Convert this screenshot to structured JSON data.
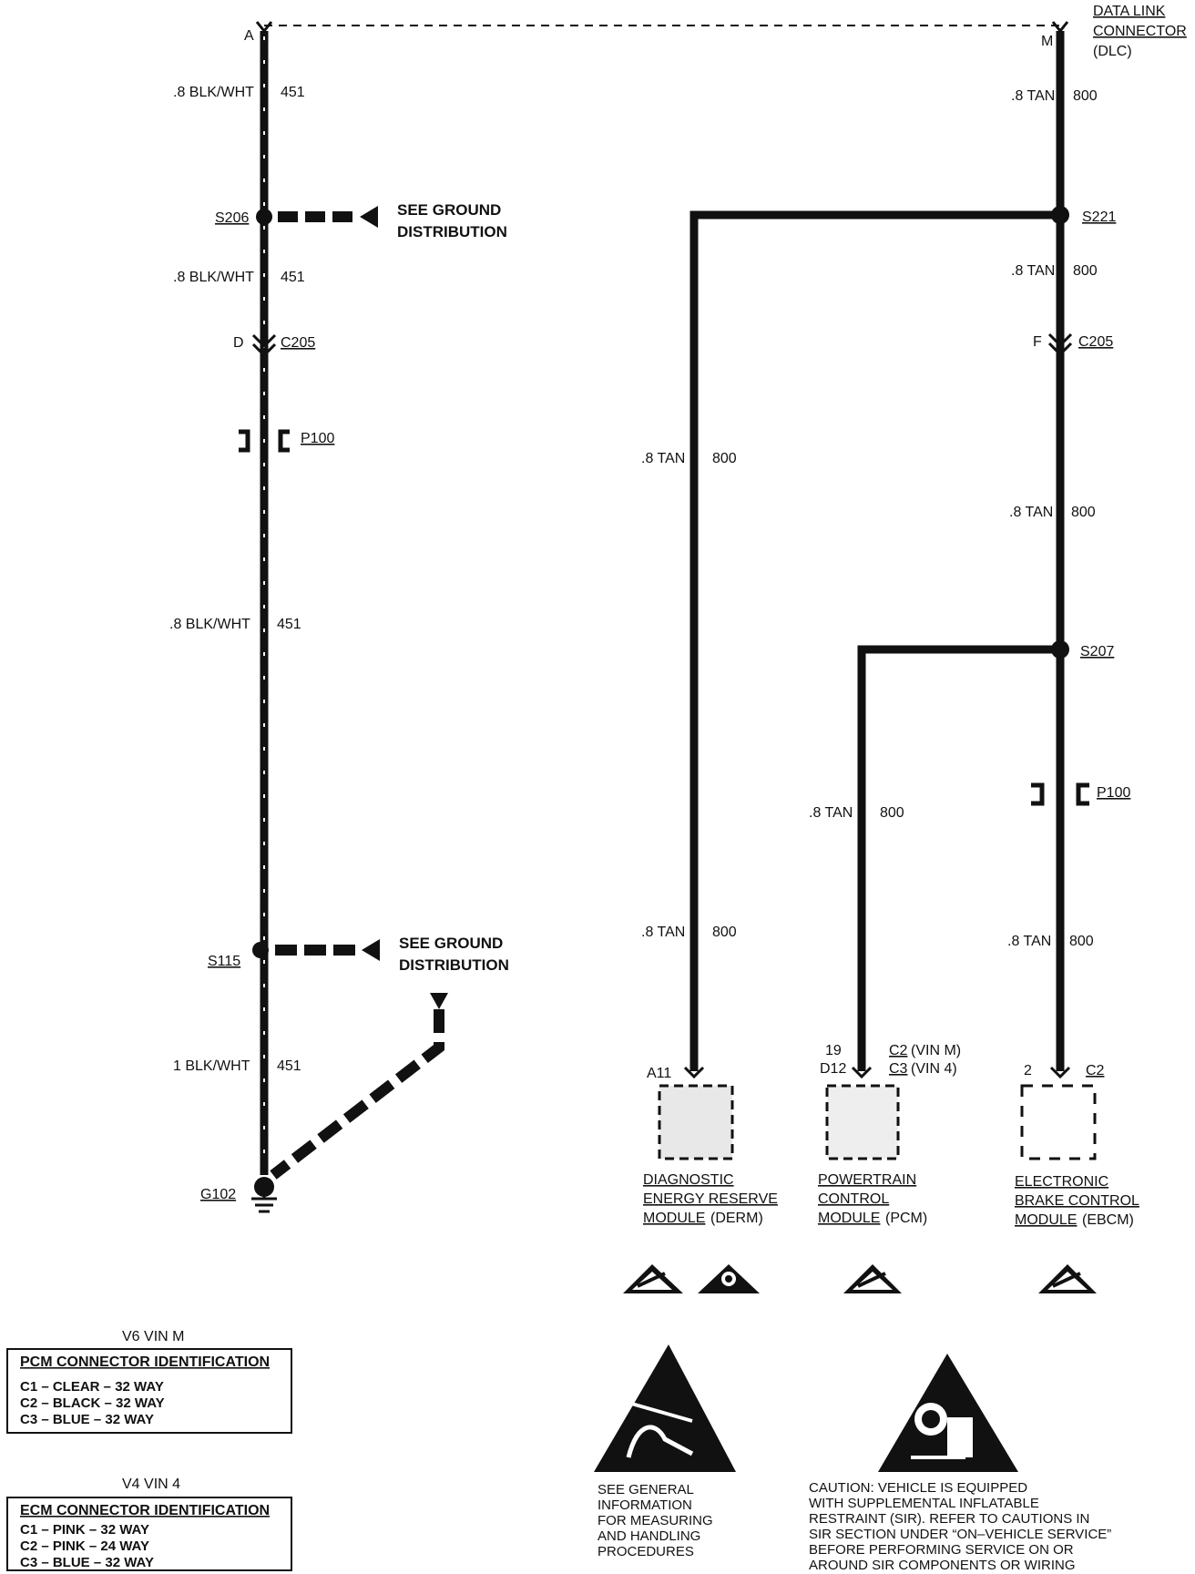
{
  "dlc": {
    "title_line1": "DATA LINK",
    "title_line2": "CONNECTOR",
    "title_line3": "(DLC)",
    "pin": "M"
  },
  "left": {
    "pin_top": "A",
    "wire1": {
      "gauge": ".8 BLK/WHT",
      "circuit": "451"
    },
    "s206": "S206",
    "ground1_line1": "SEE GROUND",
    "ground1_line2": "DISTRIBUTION",
    "wire2": {
      "gauge": ".8 BLK/WHT",
      "circuit": "451"
    },
    "c205_pin": "D",
    "c205": "C205",
    "p100": "P100",
    "wire3": {
      "gauge": ".8 BLK/WHT",
      "circuit": "451"
    },
    "s115": "S115",
    "ground2_line1": "SEE GROUND",
    "ground2_line2": "DISTRIBUTION",
    "wire4": {
      "gauge": "1 BLK/WHT",
      "circuit": "451"
    },
    "g102": "G102"
  },
  "right": {
    "wire1": {
      "gauge": ".8 TAN",
      "circuit": "800"
    },
    "s221": "S221",
    "wire2": {
      "gauge": ".8 TAN",
      "circuit": "800"
    },
    "c205_pin": "F",
    "c205": "C205",
    "wire3": {
      "gauge": ".8 TAN",
      "circuit": "800"
    },
    "s207": "S207",
    "p100": "P100",
    "wire4": {
      "gauge": ".8 TAN",
      "circuit": "800"
    },
    "derm_wire_a": {
      "gauge": ".8 TAN",
      "circuit": "800"
    },
    "derm_wire_b": {
      "gauge": ".8 TAN",
      "circuit": "800"
    },
    "pcm_wire": {
      "gauge": ".8 TAN",
      "circuit": "800"
    }
  },
  "modules": {
    "derm": {
      "pin": "A11",
      "line1": "DIAGNOSTIC",
      "line2": "ENERGY RESERVE",
      "line3": "MODULE",
      "line3b": "(DERM)"
    },
    "pcm": {
      "pin1": "19",
      "pin2": "D12",
      "conn1": "C2",
      "conn1b": "(VIN M)",
      "conn2": "C3",
      "conn2b": "(VIN 4)",
      "line1": "POWERTRAIN",
      "line2": "CONTROL",
      "line3": "MODULE",
      "line3b": "(PCM)"
    },
    "ebcm": {
      "pin": "2",
      "conn": "C2",
      "line1": "ELECTRONIC",
      "line2": "BRAKE CONTROL",
      "line3": "MODULE",
      "line3b": "(EBCM)"
    }
  },
  "pcm_box": {
    "header": "V6 VIN M",
    "title": "PCM CONNECTOR IDENTIFICATION",
    "lines": [
      "C1 – CLEAR – 32 WAY",
      "C2 – BLACK – 32 WAY",
      "C3 – BLUE – 32 WAY"
    ]
  },
  "ecm_box": {
    "header": "V4 VIN 4",
    "title": "ECM CONNECTOR IDENTIFICATION",
    "lines": [
      "C1 – PINK – 32 WAY",
      "C2 – PINK – 24 WAY",
      "C3 – BLUE – 32 WAY"
    ]
  },
  "esd_note": [
    "SEE GENERAL",
    "INFORMATION",
    "FOR MEASURING",
    "AND HANDLING",
    "PROCEDURES"
  ],
  "sir_note": [
    "CAUTION: VEHICLE IS EQUIPPED",
    "WITH SUPPLEMENTAL INFLATABLE",
    "RESTRAINT (SIR). REFER TO CAUTIONS IN",
    "SIR SECTION UNDER “ON–VEHICLE SERVICE”",
    "BEFORE PERFORMING SERVICE ON OR",
    "AROUND SIR COMPONENTS OR WIRING"
  ],
  "icons": {
    "esd": "esd-warning-icon",
    "sir": "airbag-warning-icon",
    "ground": "ground-icon"
  }
}
